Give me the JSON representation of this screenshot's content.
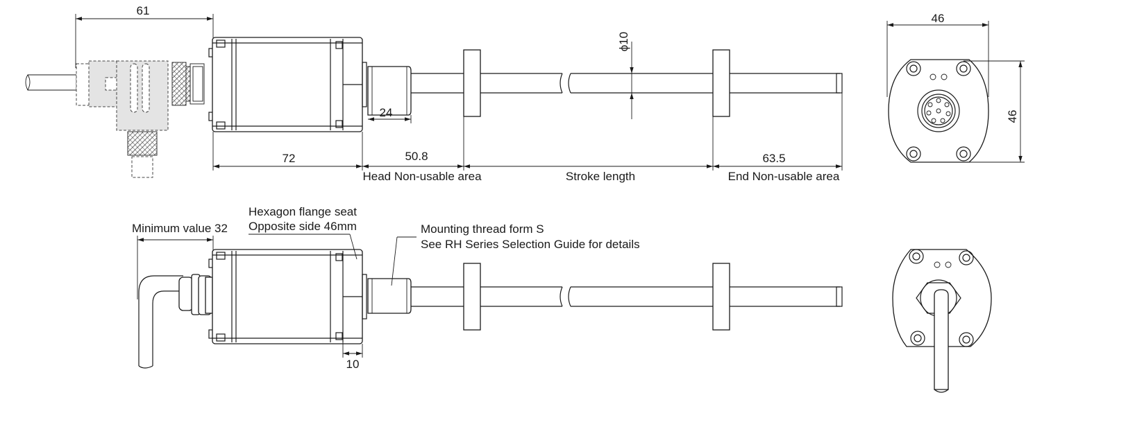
{
  "dimensions": {
    "d61": "61",
    "d72": "72",
    "d50_8": "50.8",
    "d24": "24",
    "phi10": "ϕ10",
    "d63_5": "63.5",
    "d46_width": "46",
    "d46_height": "46",
    "d10": "10"
  },
  "labels": {
    "head_non_usable": "Head Non-usable area",
    "stroke_length": "Stroke length",
    "end_non_usable": "End Non-usable area",
    "min_value": "Minimum value 32",
    "hex_seat_line1": "Hexagon flange seat",
    "hex_seat_line2": "Opposite side 46mm",
    "thread_line1": "Mounting thread form S",
    "thread_line2": "See RH Series Selection Guide for details"
  }
}
